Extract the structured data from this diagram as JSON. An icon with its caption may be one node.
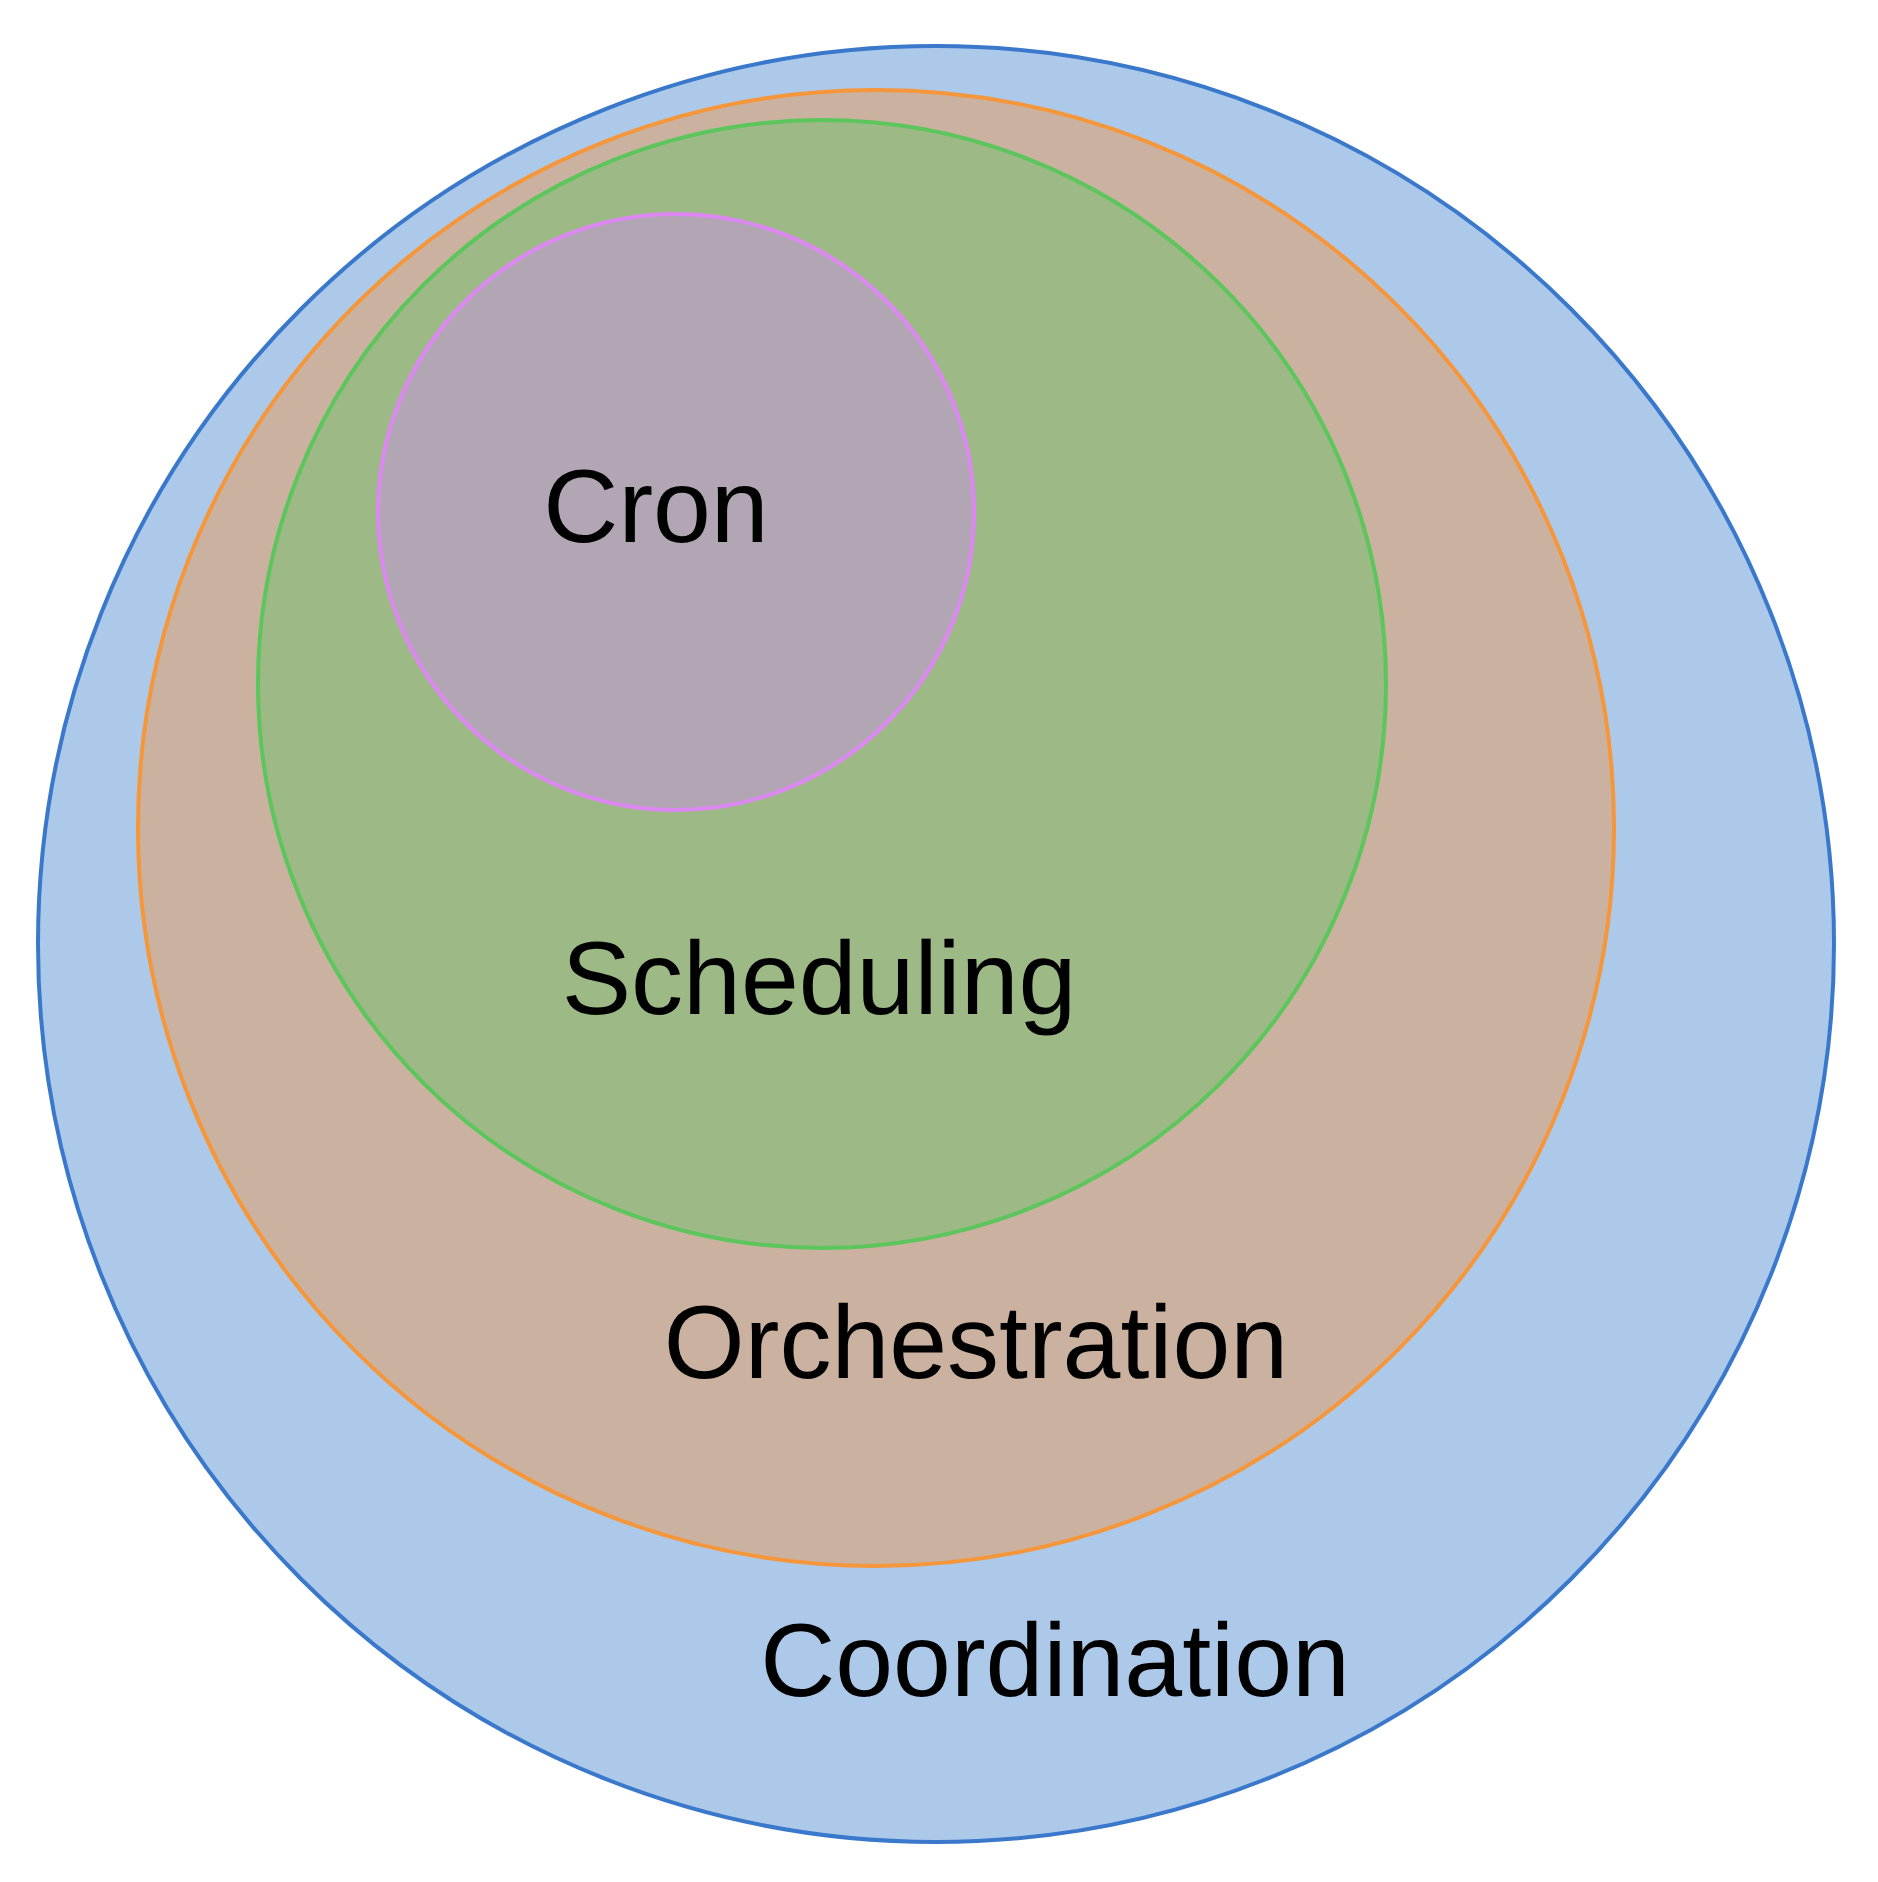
{
  "diagram": {
    "nodes": [
      {
        "text": [
          "Coordination"
        ]
      },
      {
        "text": [
          "Orchestration"
        ],
        "in": 0
      },
      {
        "text": [
          "Scheduling"
        ],
        "in": 1
      },
      {
        "text": [
          "Cron"
        ],
        "in": 2
      }
    ]
  }
}
